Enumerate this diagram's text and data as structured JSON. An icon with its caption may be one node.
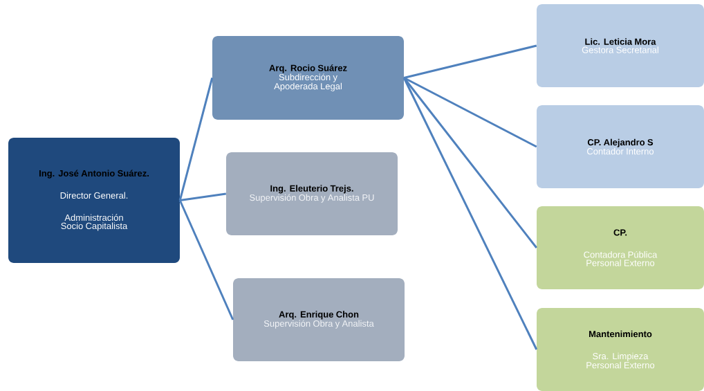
{
  "diagram": {
    "nodes": [
      {
        "text": [
          "Ing. José Antonio Suárez.",
          "Director General.",
          "Administración",
          "Socio Capitalista"
        ]
      },
      {
        "text": [
          "Arq. Rocio Suárez",
          "Subdirección y Apoderada Legal"
        ]
      },
      {
        "text": [
          "Ing. Eleuterio Trejs.",
          "Supervisión Obra y Analista PU"
        ]
      },
      {
        "text": [
          "Arq. Enrique Chon",
          "Supervisión Obra y Analista"
        ]
      },
      {
        "text": [
          "Lic. Leticia Mora",
          "Gestora Secretarial"
        ]
      },
      {
        "text": [
          "CP. Alejandro S",
          "Contador Interno"
        ]
      },
      {
        "text": [
          "CP.",
          "Contadora Pública",
          "Personal Externo"
        ]
      },
      {
        "text": [
          "Mantenimiento",
          "Sra. Limpieza",
          "Personal Externo"
        ]
      }
    ],
    "edges": [
      {
        "from": 0,
        "to": 1,
        "arrow": "none"
      },
      {
        "from": 0,
        "to": 2,
        "arrow": "none"
      },
      {
        "from": 0,
        "to": 3,
        "arrow": "none"
      },
      {
        "from": 1,
        "to": 4,
        "arrow": "none"
      },
      {
        "from": 1,
        "to": 5,
        "arrow": "none"
      },
      {
        "from": 1,
        "to": 6,
        "arrow": "none"
      },
      {
        "from": 1,
        "to": 7,
        "arrow": "none"
      }
    ]
  }
}
